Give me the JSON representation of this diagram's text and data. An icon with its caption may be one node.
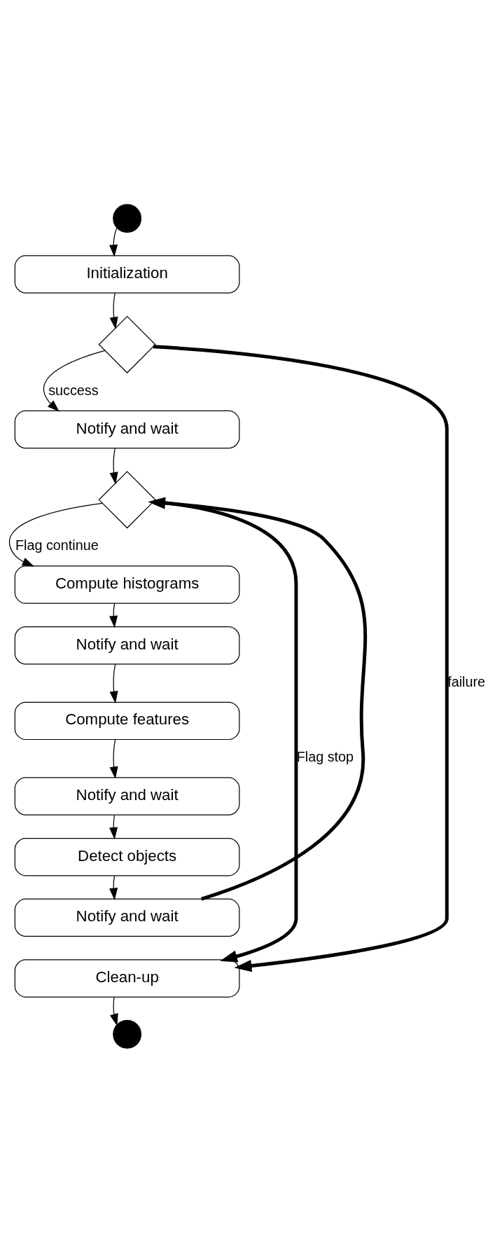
{
  "diagram": {
    "nodes": [
      {
        "text": [],
        "shape": "circle"
      },
      {
        "text": [
          "Initialization"
        ]
      },
      {
        "text": [],
        "shape": "diamond"
      },
      {
        "text": [
          "Notify and wait"
        ]
      },
      {
        "text": [],
        "shape": "diamond"
      },
      {
        "text": [
          "Compute histograms"
        ]
      },
      {
        "text": [
          "Notify and wait"
        ]
      },
      {
        "text": [
          "Compute features"
        ]
      },
      {
        "text": [
          "Notify and wait"
        ]
      },
      {
        "text": [
          "Detect objects"
        ]
      },
      {
        "text": [
          "Notify and wait"
        ]
      },
      {
        "text": [
          "Clean-up"
        ]
      },
      {
        "text": [],
        "shape": "circle"
      }
    ],
    "edges": [
      {
        "from": 0,
        "to": 1,
        "arrow": "to"
      },
      {
        "from": 1,
        "to": 2,
        "arrow": "to"
      },
      {
        "from": 2,
        "to": 11,
        "arrow": "to",
        "label": "failure",
        "style": "thick"
      },
      {
        "from": 2,
        "to": 3,
        "arrow": "to",
        "label": "success"
      },
      {
        "from": 3,
        "to": 4,
        "arrow": "to"
      },
      {
        "from": 4,
        "to": 11,
        "arrow": "to",
        "label": "Flag stop",
        "style": "thick"
      },
      {
        "from": 4,
        "to": 5,
        "arrow": "to",
        "label": "Flag continue"
      },
      {
        "from": 5,
        "to": 6,
        "arrow": "to"
      },
      {
        "from": 6,
        "to": 7,
        "arrow": "to"
      },
      {
        "from": 7,
        "to": 8,
        "arrow": "to"
      },
      {
        "from": 8,
        "to": 9,
        "arrow": "to"
      },
      {
        "from": 9,
        "to": 10,
        "arrow": "to"
      },
      {
        "from": 10,
        "to": 4,
        "arrow": "to",
        "style": "thick"
      },
      {
        "from": 11,
        "to": 12,
        "arrow": "to"
      }
    ]
  }
}
